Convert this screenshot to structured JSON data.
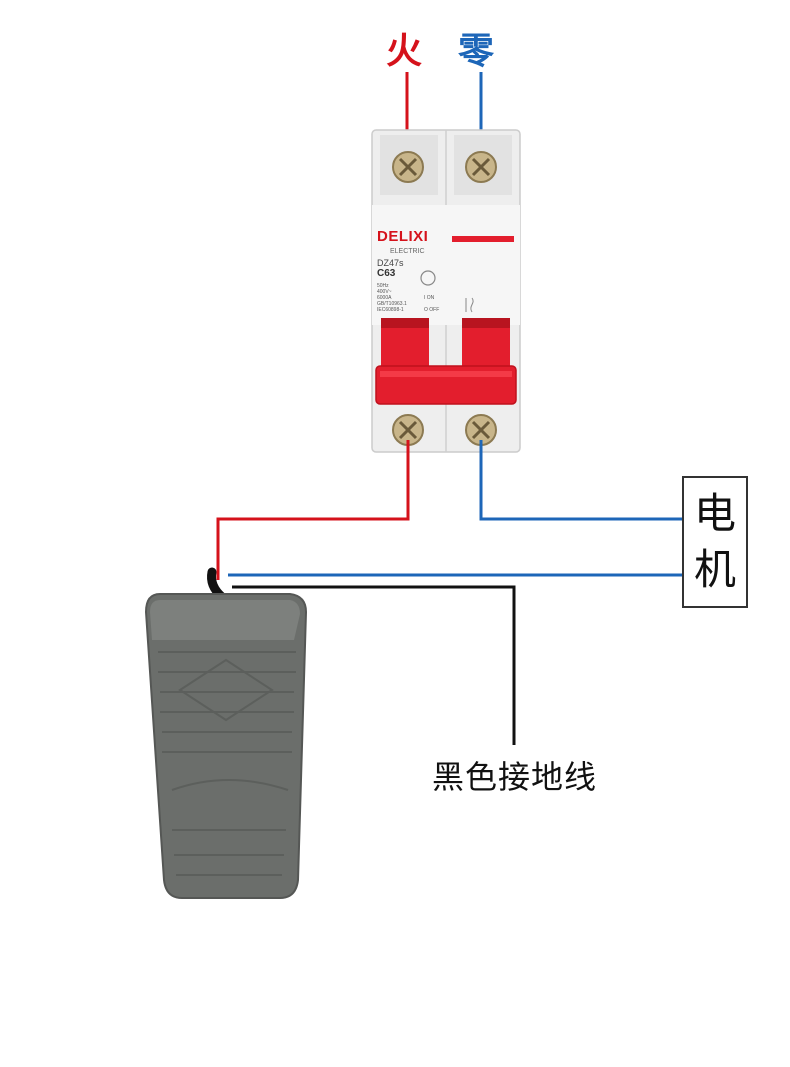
{
  "labels": {
    "live": "火",
    "neutral": "零",
    "motor": "电机",
    "ground": "黑色接地线"
  },
  "breaker": {
    "brand": "DELIXI",
    "brand_sub": "ELECTRIC",
    "model": "DZ47s",
    "rating": "C63",
    "spec_lines": [
      "50Hz",
      "400V~",
      "6000A",
      "GB/T10963.1",
      "IEC60898-1"
    ],
    "on_label": "I ON",
    "off_label": "O OFF"
  },
  "colors": {
    "live_wire": "#d5121b",
    "neutral_wire": "#1d66b8",
    "ground_wire": "#111111",
    "breaker_body": "#efefef",
    "breaker_handle": "#e31e2d",
    "pedal": "#6b6e6b"
  }
}
